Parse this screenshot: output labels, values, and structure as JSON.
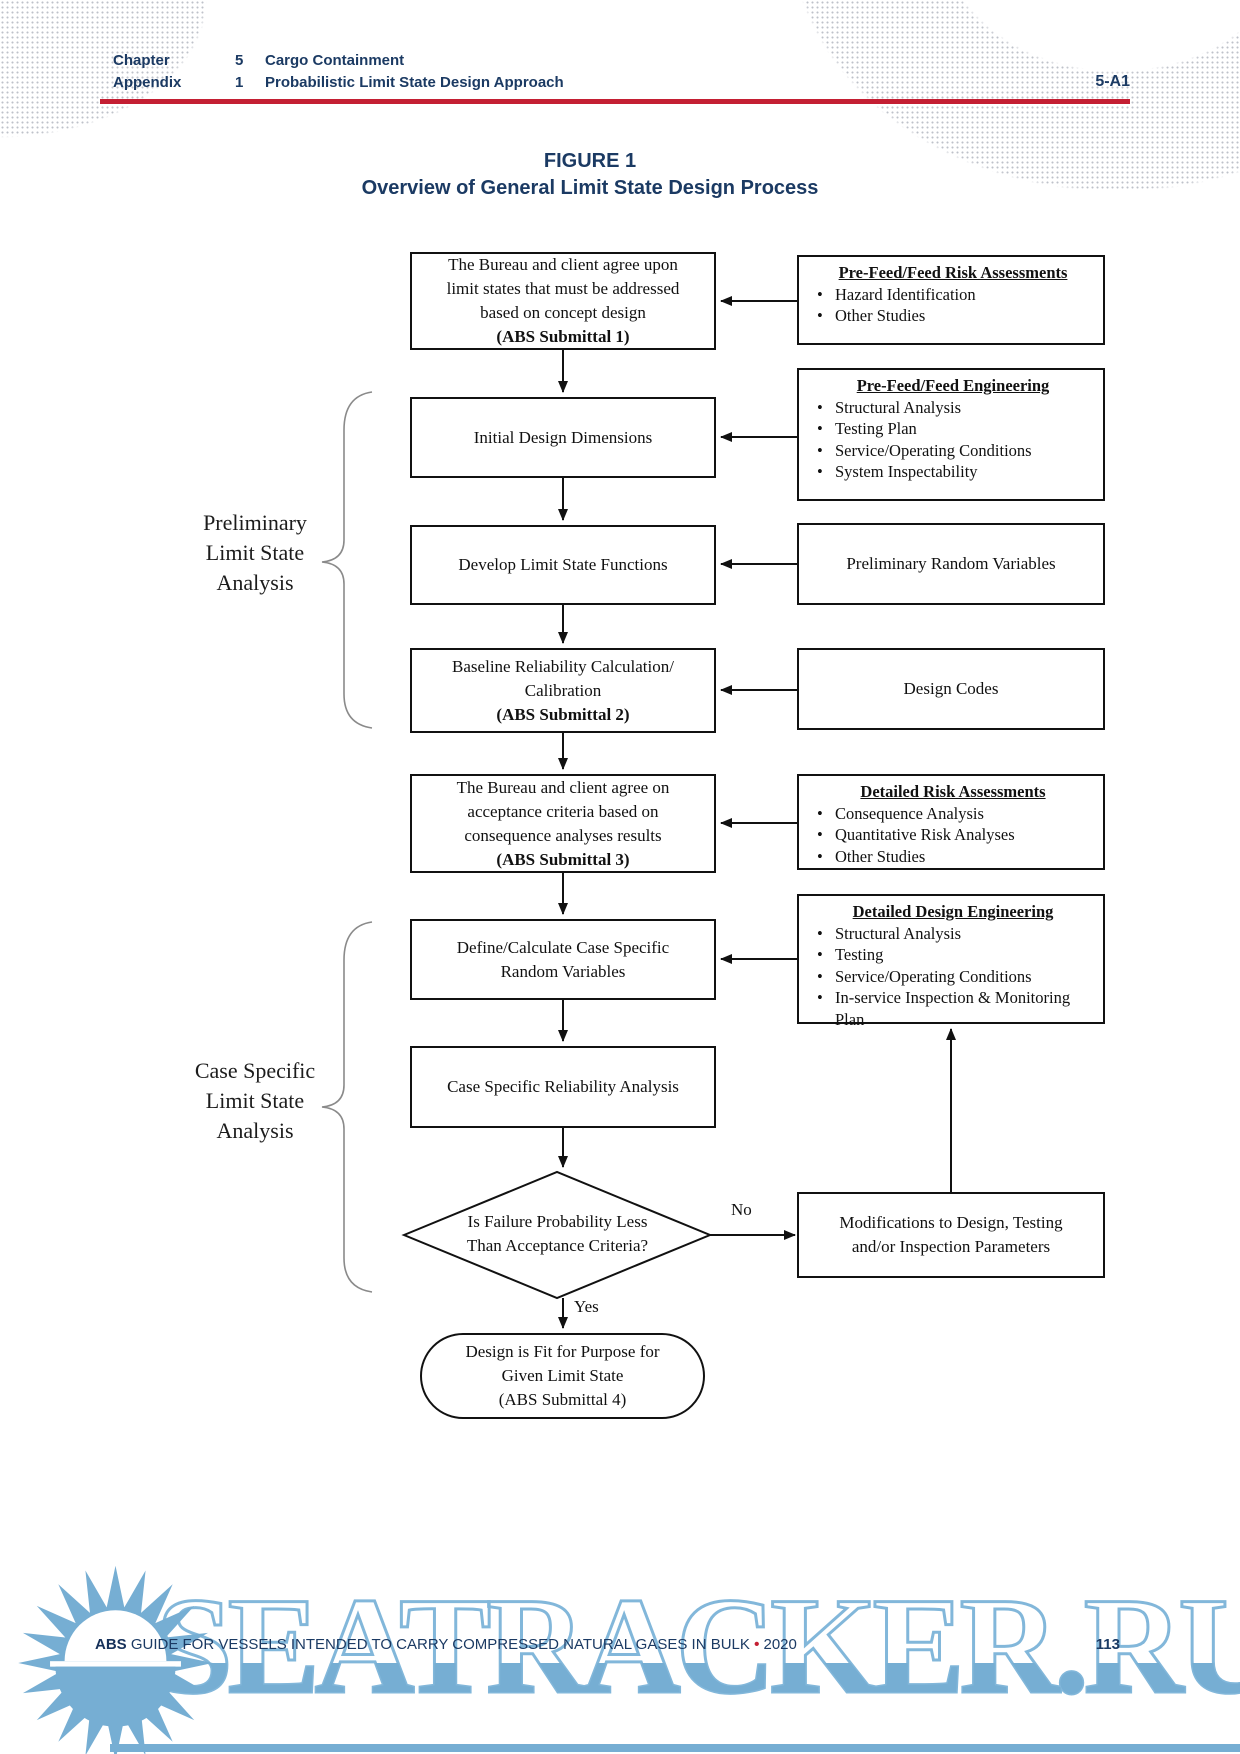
{
  "header": {
    "chapter_label": "Chapter",
    "chapter_num": "5",
    "chapter_title": "Cargo Containment",
    "appendix_label": "Appendix",
    "appendix_num": "1",
    "appendix_title": "Probabilistic Limit State Design Approach",
    "section_ref": "5-A1"
  },
  "figure": {
    "label": "FIGURE 1",
    "title": "Overview of General Limit State Design Process"
  },
  "flowchart": {
    "group_labels": [
      {
        "lines": [
          "Preliminary",
          "Limit State",
          "Analysis"
        ]
      },
      {
        "lines": [
          "Case Specific",
          "Limit State",
          "Analysis"
        ]
      }
    ],
    "main_boxes": [
      {
        "lines": [
          "The Bureau and client agree upon",
          "limit states that must be addressed",
          "based on concept design"
        ],
        "bold_line": "(ABS Submittal 1)"
      },
      {
        "lines": [
          "Initial Design Dimensions"
        ]
      },
      {
        "lines": [
          "Develop Limit State Functions"
        ]
      },
      {
        "lines": [
          "Baseline Reliability Calculation/",
          "Calibration"
        ],
        "bold_line": "(ABS Submittal 2)"
      },
      {
        "lines": [
          "The Bureau and client agree on",
          "acceptance criteria based on",
          "consequence analyses results"
        ],
        "bold_line": "(ABS Submittal 3)"
      },
      {
        "lines": [
          "Define/Calculate Case Specific",
          "Random Variables"
        ]
      },
      {
        "lines": [
          "Case Specific Reliability Analysis"
        ]
      }
    ],
    "side_boxes": [
      {
        "heading": "Pre-Feed/Feed Risk Assessments",
        "bullets": [
          "Hazard Identification",
          "Other Studies"
        ]
      },
      {
        "heading": "Pre-Feed/Feed Engineering",
        "bullets": [
          "Structural Analysis",
          "Testing Plan",
          "Service/Operating Conditions",
          "System Inspectability"
        ]
      },
      {
        "text": "Preliminary Random Variables"
      },
      {
        "text": "Design Codes"
      },
      {
        "heading": "Detailed Risk Assessments",
        "bullets": [
          "Consequence Analysis",
          "Quantitative Risk Analyses",
          "Other Studies"
        ]
      },
      {
        "heading": "Detailed Design Engineering",
        "bullets": [
          "Structural Analysis",
          "Testing",
          "Service/Operating Conditions",
          "In-service Inspection & Monitoring Plan"
        ]
      },
      {
        "lines": [
          "Modifications to Design, Testing",
          "and/or Inspection Parameters"
        ]
      }
    ],
    "decision": {
      "lines": [
        "Is Failure Probability Less",
        "Than Acceptance Criteria?"
      ]
    },
    "terminal": {
      "lines": [
        "Design is Fit for Purpose for",
        "Given Limit State"
      ],
      "bold_line": "(ABS Submittal 4)"
    },
    "edge_labels": {
      "no": "No",
      "yes": "Yes"
    }
  },
  "footer": {
    "brand": "ABS",
    "text": "GUIDE FOR VESSELS INTENDED TO CARRY COMPRESSED NATURAL GASES IN BULK",
    "separator": "•",
    "year": "2020",
    "page_number": "113"
  },
  "watermark": {
    "text": "SEATRACKER.RU"
  },
  "colors": {
    "navy": "#1b3a63",
    "red": "#c41f33",
    "ink": "#111111",
    "wm": "#76aed3",
    "wm-stroke": "#82b7da",
    "dot": "#a9adb8"
  }
}
